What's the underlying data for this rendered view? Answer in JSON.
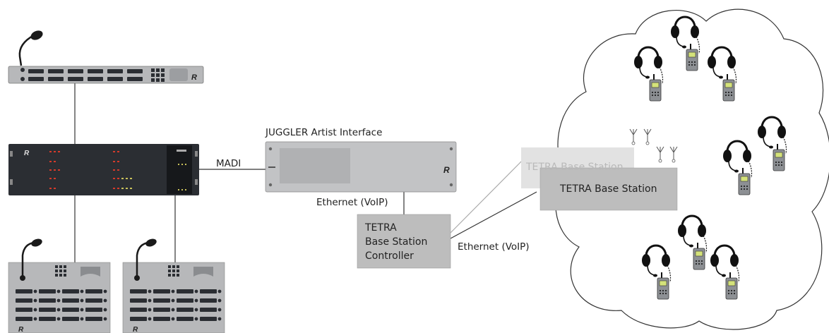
{
  "labels": {
    "madi": "MADI",
    "juggler_title": "JUGGLER Artist Interface",
    "ethernet_voip_1": "Ethernet (VoIP)",
    "ethernet_voip_2": "Ethernet (VoIP)",
    "bsc_lines": [
      "TETRA",
      "Base Station",
      "Controller"
    ],
    "base_station_front": "TETRA Base Station",
    "base_station_back": "TETRA Base Station"
  },
  "colors": {
    "device_dark": "#2b2e33",
    "panel_grey": "#b7b8ba",
    "panel_light": "#d4d5d6",
    "box_grey": "#bdbdbd",
    "box_grey_faded": "#e2e2e2",
    "line": "#333333",
    "accent_red": "#d43a2a"
  },
  "icons": {
    "mic": "gooseneck-microphone-icon",
    "radio": "tetra-radio-handset-icon",
    "headset": "headset-icon",
    "antenna": "antenna-icon",
    "logo": "brand-r-logo-icon"
  }
}
